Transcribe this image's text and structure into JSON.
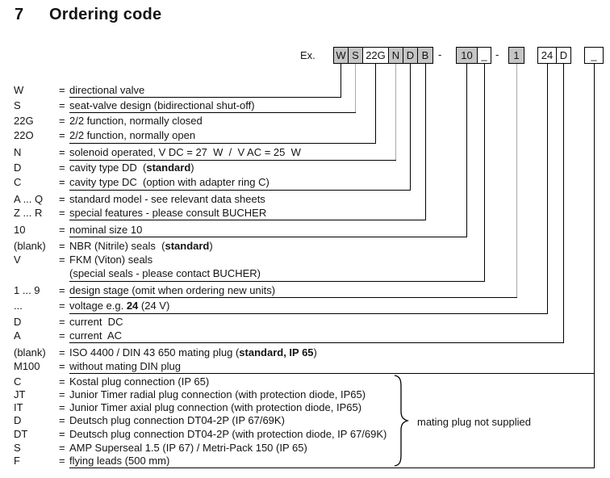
{
  "title": {
    "number": "7",
    "text": "Ordering code"
  },
  "example": {
    "label": "Ex.",
    "separator": "-",
    "boxes": [
      {
        "label": "W",
        "filled": true
      },
      {
        "label": "S",
        "filled": true
      },
      {
        "label": "22G",
        "filled": false
      },
      {
        "label": "N",
        "filled": true
      },
      {
        "label": "D",
        "filled": true
      },
      {
        "label": "B",
        "filled": true
      },
      {
        "label": "10",
        "filled": true
      },
      {
        "label": "_",
        "filled": false
      },
      {
        "label": "1",
        "filled": true
      },
      {
        "label": "24",
        "filled": false
      },
      {
        "label": "D",
        "filled": false
      },
      {
        "label": "_",
        "filled": false
      }
    ]
  },
  "equals": "=",
  "rows": [
    {
      "code": "W",
      "segments": [
        {
          "text": "directional valve"
        }
      ]
    },
    {
      "code": "S",
      "segments": [
        {
          "text": "seat-valve design (bidirectional shut-off)"
        }
      ]
    },
    {
      "code": "22G",
      "segments": [
        {
          "text": "2/2 function, normally closed"
        }
      ]
    },
    {
      "code": "22O",
      "segments": [
        {
          "text": "2/2 function, normally open"
        }
      ]
    },
    {
      "code": "N",
      "segments": [
        {
          "text": "solenoid operated, V DC = 27  W  /  V AC = 25  W"
        }
      ]
    },
    {
      "code": "D",
      "segments": [
        {
          "text": "cavity type DD  ("
        },
        {
          "text": "standard",
          "bold": true
        },
        {
          "text": ")"
        }
      ]
    },
    {
      "code": "C",
      "segments": [
        {
          "text": "cavity type DC  (option with adapter ring C)"
        }
      ]
    },
    {
      "code": "A ... Q",
      "segments": [
        {
          "text": "standard model - see relevant data sheets"
        }
      ]
    },
    {
      "code": "Z ... R",
      "segments": [
        {
          "text": "special features - please consult BUCHER"
        }
      ]
    },
    {
      "code": "10",
      "segments": [
        {
          "text": "nominal size 10"
        }
      ]
    },
    {
      "code": "(blank)",
      "segments": [
        {
          "text": "NBR (Nitrile) seals  ("
        },
        {
          "text": "standard",
          "bold": true
        },
        {
          "text": ")"
        }
      ]
    },
    {
      "code": "V",
      "segments": [
        {
          "text": "FKM (Viton) seals"
        }
      ]
    },
    {
      "code": "",
      "no_equals": true,
      "segments": [
        {
          "text": "(special seals - please contact BUCHER)"
        }
      ]
    },
    {
      "code": "1 ... 9",
      "segments": [
        {
          "text": "design stage (omit when ordering new units)"
        }
      ]
    },
    {
      "code": "...",
      "segments": [
        {
          "text": "voltage e.g. "
        },
        {
          "text": "24",
          "bold": true
        },
        {
          "text": " (24 V)"
        }
      ]
    },
    {
      "code": "D",
      "segments": [
        {
          "text": "current  DC"
        }
      ]
    },
    {
      "code": "A",
      "segments": [
        {
          "text": "current  AC"
        }
      ]
    },
    {
      "code": "(blank)",
      "segments": [
        {
          "text": "ISO 4400 / DIN 43 650 mating plug ("
        },
        {
          "text": "standard, IP 65",
          "bold": true
        },
        {
          "text": ")"
        }
      ]
    },
    {
      "code": "M100",
      "segments": [
        {
          "text": "without mating DIN plug"
        }
      ]
    },
    {
      "code": "C",
      "segments": [
        {
          "text": "Kostal plug connection (IP 65)"
        }
      ]
    },
    {
      "code": "JT",
      "segments": [
        {
          "text": "Junior Timer radial plug connection (with protection diode, IP65)"
        }
      ]
    },
    {
      "code": "IT",
      "segments": [
        {
          "text": "Junior Timer axial plug connection (with protection diode, IP65)"
        }
      ]
    },
    {
      "code": "D",
      "segments": [
        {
          "text": "Deutsch plug connection DT04-2P (IP 67/69K)"
        }
      ]
    },
    {
      "code": "DT",
      "segments": [
        {
          "text": "Deutsch plug connection DT04-2P (with protection diode, IP 67/69K)"
        }
      ]
    },
    {
      "code": "S",
      "segments": [
        {
          "text": "AMP Superseal 1.5 (IP 67) / Metri-Pack 150 (IP 65)"
        }
      ]
    },
    {
      "code": "F",
      "segments": [
        {
          "text": "flying leads (500 mm)"
        }
      ]
    }
  ],
  "note": {
    "text": "mating plug not supplied"
  },
  "colors": {
    "box_fill": "#c5c5c5",
    "line": "#000000",
    "line_gray": "#a9a9a9",
    "text": "#141414"
  }
}
